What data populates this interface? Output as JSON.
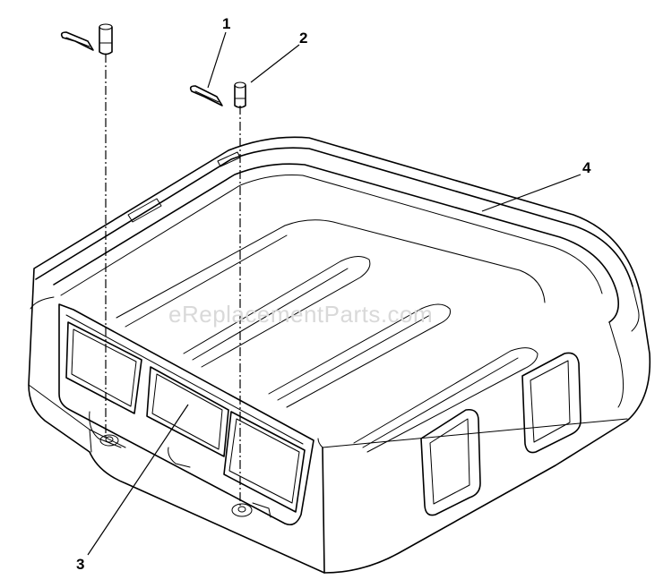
{
  "callouts": {
    "c1": "1",
    "c2": "2",
    "c3": "3",
    "c4": "4"
  },
  "watermark": "eReplacementParts.com",
  "colors": {
    "line": "#000000",
    "background": "#ffffff",
    "watermark": "#d9d9d9"
  }
}
